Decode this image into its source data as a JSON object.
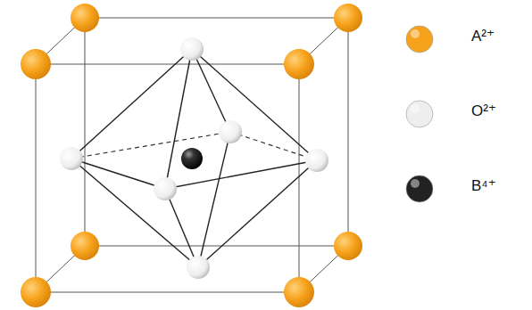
{
  "diagram": {
    "legend": [
      {
        "text": "A²⁺",
        "color": "#f7a21b"
      },
      {
        "text": "O²⁺",
        "color": "#eeeeee"
      },
      {
        "text": "B⁴⁺",
        "color": "#222222"
      }
    ]
  }
}
